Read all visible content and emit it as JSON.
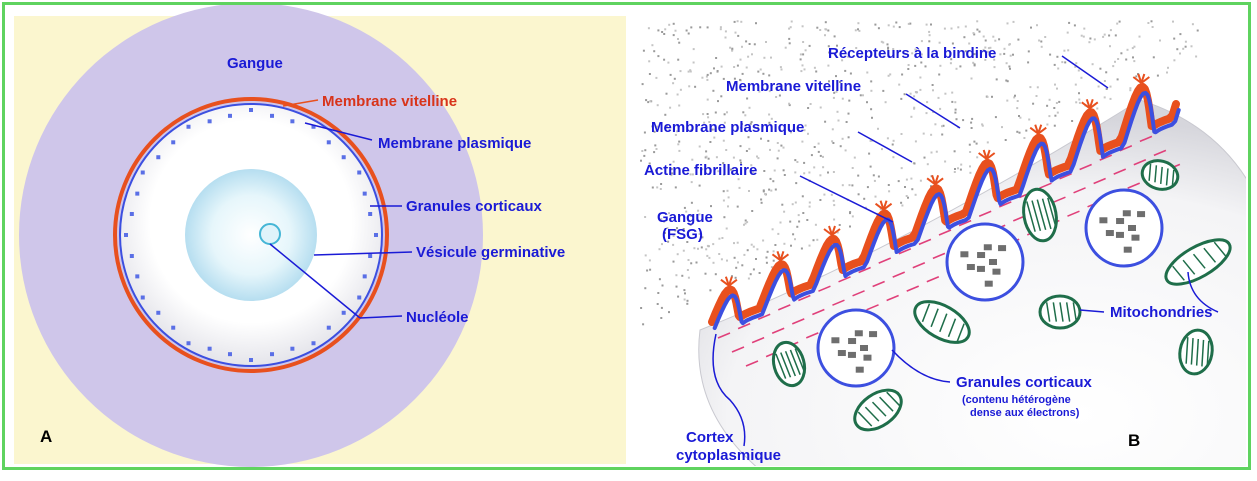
{
  "panel_a": {
    "letter": "A",
    "labels": {
      "gangue": "Gangue",
      "membrane_vitelline": "Membrane vitelline",
      "membrane_plasmique": "Membrane plasmique",
      "granules_corticaux": "Granules corticaux",
      "vesicule_germinative": "Vésicule germinative",
      "nucleole": "Nucléole"
    }
  },
  "panel_b": {
    "letter": "B",
    "labels": {
      "recepteurs": "Récepteurs à la bindine",
      "membrane_vitelline": "Membrane vitelline",
      "membrane_plasmique": "Membrane plasmique",
      "actine": "Actine fibrillaire",
      "gangue_line1": "Gangue",
      "gangue_line2": "(FSG)",
      "mitochondries": "Mitochondries",
      "granules_title": "Granules corticaux",
      "granules_note1": "(contenu hétérogène",
      "granules_note2": "dense aux électrons)",
      "cortex_line1": "Cortex",
      "cortex_line2": "cytoplasmique"
    }
  },
  "colors": {
    "frame": "#5fd35f",
    "panel_a_bg": "#fbf6cf",
    "gangue": "#cfc6ea",
    "membrane_red": "#e8501e",
    "membrane_blue": "#3c4fe0",
    "label_blue": "#1a1ad6",
    "label_red": "#d8341a",
    "mitochondria": "#1f6e4a"
  }
}
